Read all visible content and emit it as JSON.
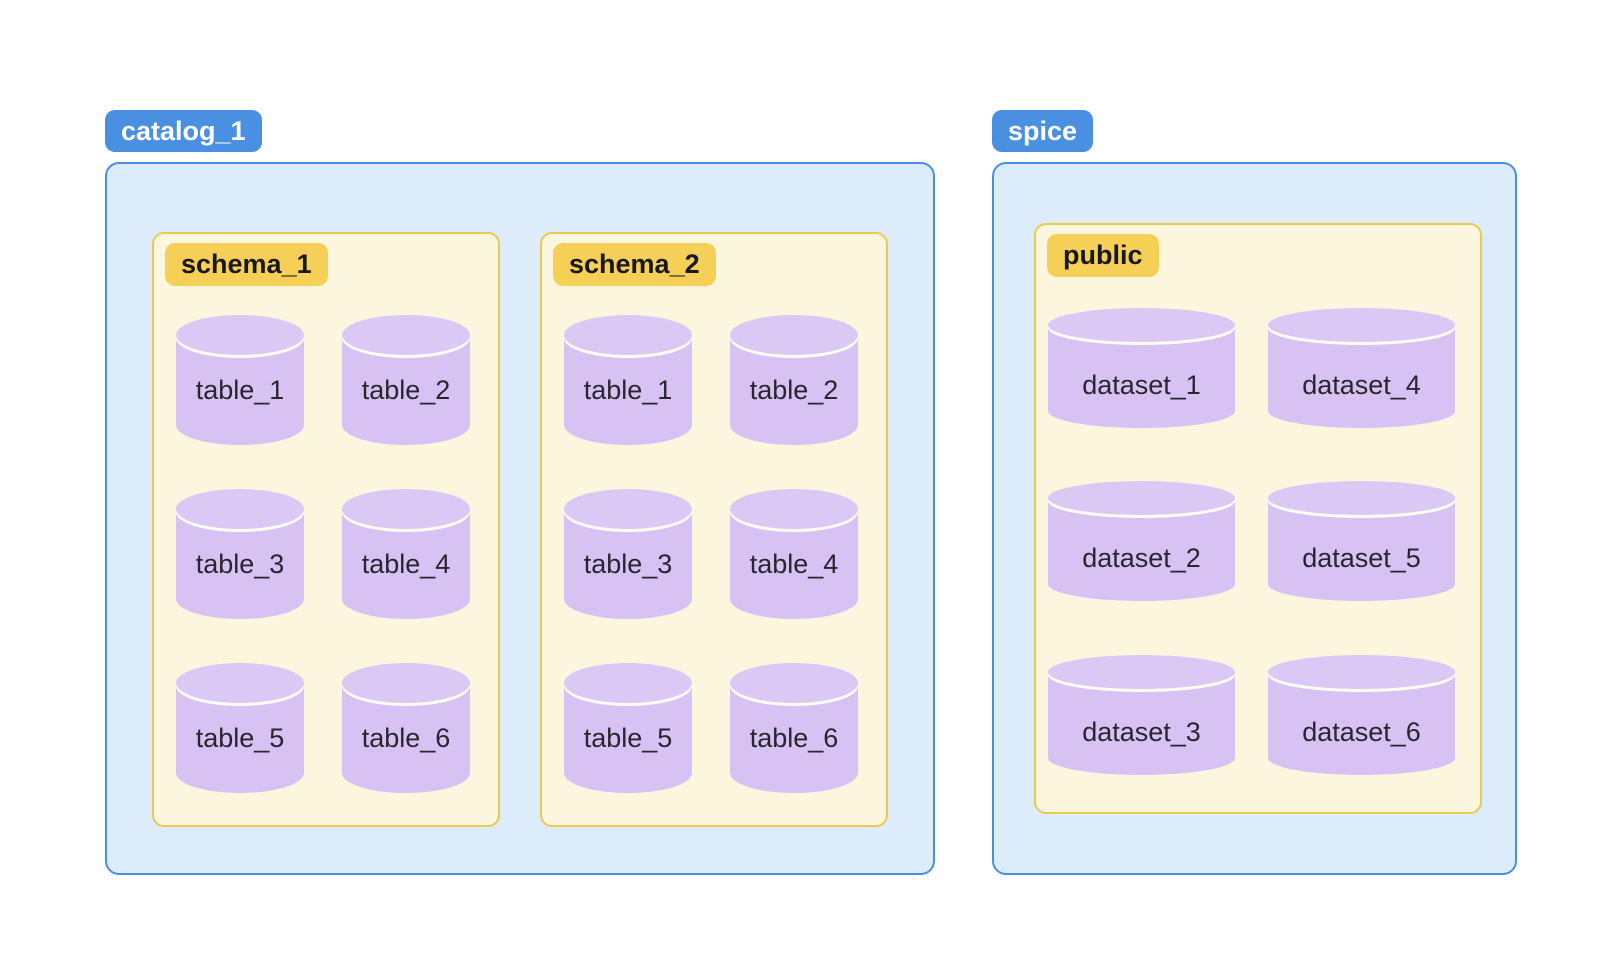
{
  "colors": {
    "page_bg": "#ffffff",
    "blue_badge_bg": "#4a90e2",
    "blue_badge_text": "#ffffff",
    "blue_container_bg": "#ddecfb",
    "blue_container_border": "#4a90e2",
    "yellow_badge_bg": "#f6cf57",
    "yellow_badge_text": "#17171c",
    "cream_container_bg": "#fdf6df",
    "cream_container_border": "#eac94f",
    "cylinder_body": "#d7c2f3",
    "cylinder_top": "#dbc8f5",
    "cylinder_rim": "#fffdf2",
    "cylinder_text": "#29262f"
  },
  "catalogs": [
    {
      "name": "catalog_1",
      "schemas": [
        {
          "name": "schema_1",
          "tables": [
            "table_1",
            "table_2",
            "table_3",
            "table_4",
            "table_5",
            "table_6"
          ]
        },
        {
          "name": "schema_2",
          "tables": [
            "table_1",
            "table_2",
            "table_3",
            "table_4",
            "table_5",
            "table_6"
          ]
        }
      ]
    },
    {
      "name": "spice",
      "schemas": [
        {
          "name": "public",
          "tables": [
            "dataset_1",
            "dataset_4",
            "dataset_2",
            "dataset_5",
            "dataset_3",
            "dataset_6"
          ]
        }
      ]
    }
  ]
}
